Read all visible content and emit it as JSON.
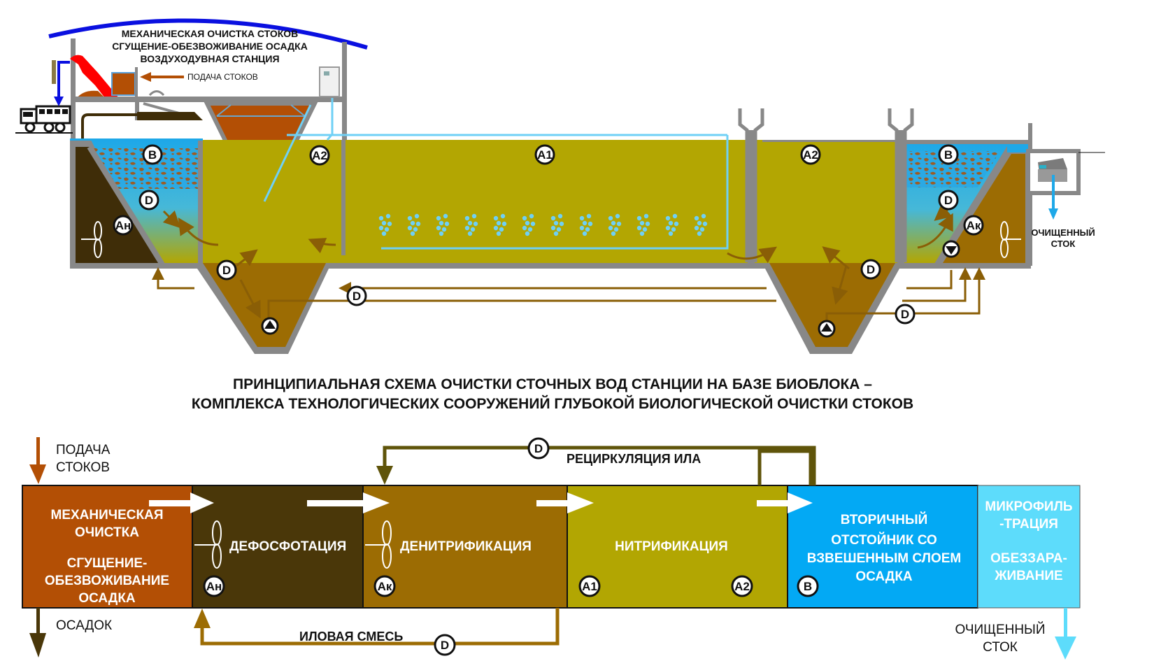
{
  "schematic": {
    "building_labels": [
      "МЕХАНИЧЕСКАЯ ОЧИСТКА СТОКОВ",
      "СГУЩЕНИЕ-ОБЕЗВОЖИВАНИЕ ОСАДКА",
      "ВОЗДУХОДУВНАЯ СТАНЦИЯ"
    ],
    "inflow_label": "ПОДАЧА СТОКОВ",
    "outflow_label_line1": "ОЧИЩЕННЫЙ",
    "outflow_label_line2": "СТОК",
    "zones": {
      "left_settler": "В",
      "anaerobic": "Ан",
      "aerobic_1": "А1",
      "aerobic_2_left": "А2",
      "aerobic_2_right": "А2",
      "right_settler": "В",
      "anoxic": "Ак",
      "recycle": "D"
    }
  },
  "title": {
    "line1": "ПРИНЦИПИАЛЬНАЯ СХЕМА ОЧИСТКИ СТОЧНЫХ ВОД СТАНЦИИ НА БАЗЕ БИОБЛОКА –",
    "line2": "КОМПЛЕКСА ТЕХНОЛОГИЧЕСКИХ СООРУЖЕНИЙ ГЛУБОКОЙ БИОЛОГИЧЕСКОЙ ОЧИСТКИ СТОКОВ"
  },
  "flow": {
    "inflow_line1": "ПОДАЧА",
    "inflow_line2": "СТОКОВ",
    "sludge_out": "ОСАДОК",
    "recirculation_label": "РЕЦИРКУЛЯЦИЯ ИЛА",
    "mixed_liquor_label": "ИЛОВАЯ СМЕСЬ",
    "recycle_badge": "D",
    "effluent_line1": "ОЧИЩЕННЫЙ",
    "effluent_line2": "СТОК",
    "stages": [
      {
        "id": "mechanical",
        "lines": [
          "МЕХАНИЧЕСКАЯ",
          "ОЧИСТКА",
          "",
          "СГУЩЕНИЕ-",
          "ОБЕЗВОЖИВАНИЕ",
          "ОСАДКА"
        ],
        "color": "#b34f05"
      },
      {
        "id": "dephosphatation",
        "lines": [
          "ДЕФОСФОТАЦИЯ"
        ],
        "badge": "Ан",
        "color": "#4a3709"
      },
      {
        "id": "denitrification",
        "lines": [
          "ДЕНИТРИФИКАЦИЯ"
        ],
        "badge": "Ак",
        "color": "#9c6c03"
      },
      {
        "id": "nitrification",
        "lines": [
          "НИТРИФИКАЦИЯ"
        ],
        "badge_left": "А1",
        "badge_right": "А2",
        "color": "#b2a602"
      },
      {
        "id": "secondary-clarifier",
        "lines": [
          "ВТОРИЧНЫЙ",
          "ОТСТОЙНИК СО",
          "ВЗВЕШЕННЫМ СЛОЕМ",
          "ОСАДКА"
        ],
        "badge": "В",
        "color": "#03a9f4"
      },
      {
        "id": "microfiltration",
        "lines": [
          "МИКРОФИЛЬ",
          "-ТРАЦИЯ",
          "",
          "ОБЕЗЗАРА-",
          "ЖИВАНИЕ"
        ],
        "color": "#5ddcfb"
      }
    ]
  },
  "colors": {
    "roof": "#0a10e0",
    "wall": "#888888",
    "sludge_brown": "#9c6c03",
    "dark_brown": "#4a3709",
    "activated_sludge": "#b3a602",
    "water_blue": "#1ea8e8",
    "air_blue": "#6fd0f5",
    "feed_orange": "#b34f05",
    "recycle_olive": "#5f540a"
  }
}
